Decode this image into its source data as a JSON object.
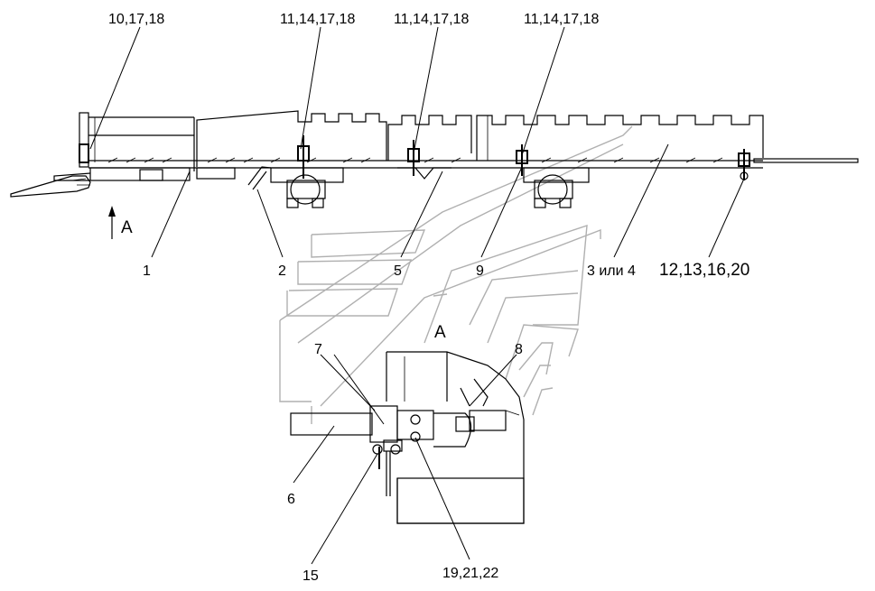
{
  "labels": {
    "top_left": "10,17,18",
    "top_1": "11,14,17,18",
    "top_2": "11,14,17,18",
    "top_3": "11,14,17,18",
    "view_arrow": "A",
    "view_title": "A",
    "p1": "1",
    "p2": "2",
    "p5": "5",
    "p9": "9",
    "p34": "3 или 4",
    "p12": "12,13,16,20",
    "p7": "7",
    "p8": "8",
    "p6": "6",
    "p15": "15",
    "p19": "19,21,22"
  }
}
